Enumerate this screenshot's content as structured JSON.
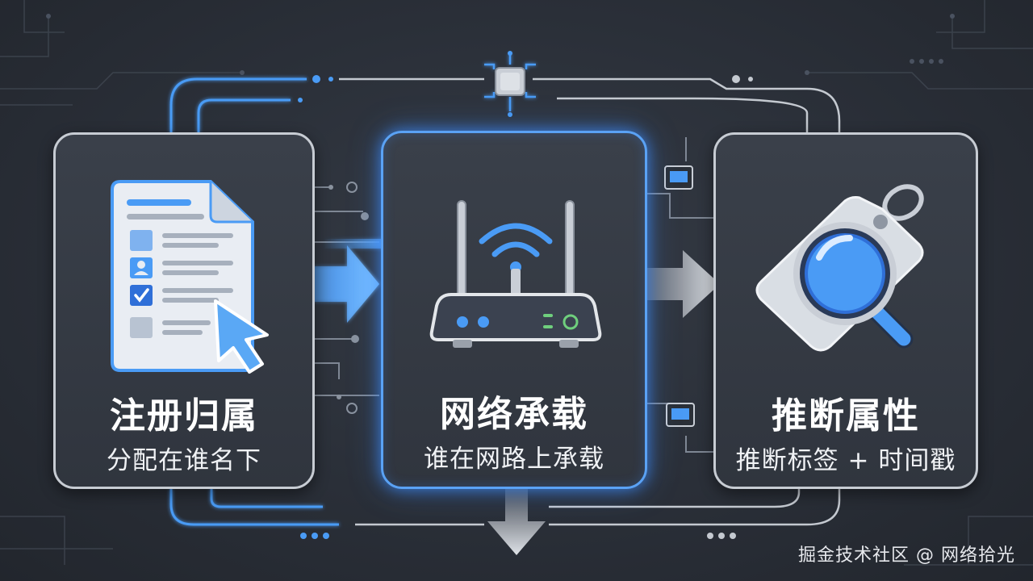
{
  "steps": [
    {
      "title": "注册归属",
      "subtitle": "分配在谁名下"
    },
    {
      "title": "网络承载",
      "subtitle": "谁在网路上承载"
    },
    {
      "title": "推断属性",
      "subtitle": "推断标签 + 时间戳"
    }
  ],
  "watermark": "掘金技术社区 @ 网络拾光",
  "icons": [
    "form-document-icon",
    "cursor-icon",
    "wifi-router-icon",
    "tag-icon",
    "magnifier-icon",
    "chip-icon"
  ],
  "colors": {
    "accent": "#4a9bf5",
    "card_border": "#c7ccd3",
    "background": "#2a2f38"
  }
}
